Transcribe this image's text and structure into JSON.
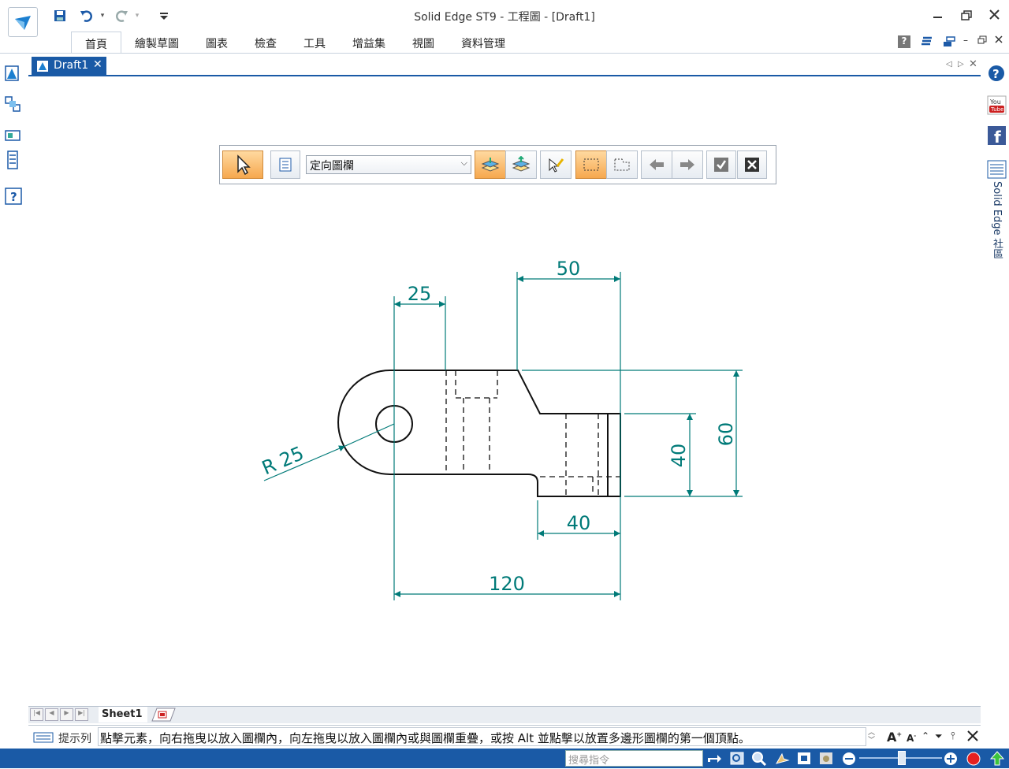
{
  "app": {
    "title": "Solid Edge ST9 - 工程圖 - [Draft1]"
  },
  "ribbon": {
    "tabs": [
      {
        "label": "首頁",
        "active": true
      },
      {
        "label": "繪製草圖"
      },
      {
        "label": "圖表"
      },
      {
        "label": "檢查"
      },
      {
        "label": "工具"
      },
      {
        "label": "增益集"
      },
      {
        "label": "視圖"
      },
      {
        "label": "資料管理"
      }
    ]
  },
  "document": {
    "tab_label": "Draft1"
  },
  "command_bar": {
    "combo_value": "定向圖欄"
  },
  "drawing": {
    "dimensions": {
      "top_25": "25",
      "top_50": "50",
      "right_60": "60",
      "right_40": "40",
      "bottom_40": "40",
      "bottom_120": "120",
      "radius": "R 25"
    }
  },
  "sheets": {
    "active": "Sheet1"
  },
  "prompt": {
    "label": "提示列",
    "text": "點擊元素，向右拖曳以放入圖欄內，向左拖曳以放入圖欄內或與圖欄重疊，或按 Alt 並點擊以放置多邊形圖欄的第一個頂點。"
  },
  "status": {
    "search_placeholder": "搜尋指令"
  },
  "right_panel": {
    "community_label": "Solid Edge 社區"
  },
  "colors": {
    "accent": "#1a5aa6",
    "dimension": "#007a78",
    "active_button": "#f6a84e"
  }
}
